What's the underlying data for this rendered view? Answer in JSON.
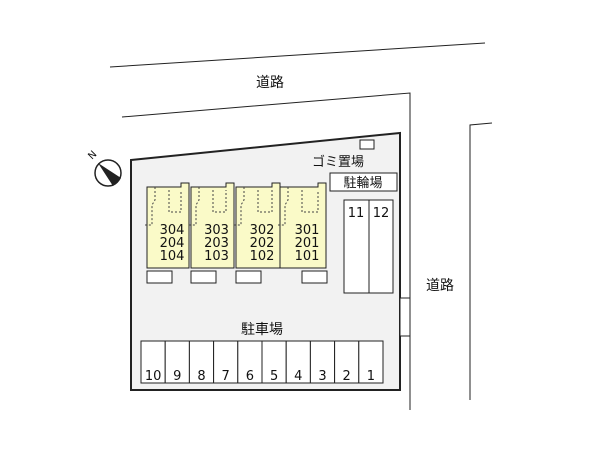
{
  "labels": {
    "road_top": "道路",
    "road_right": "道路",
    "garbage": "ゴミ置場",
    "bicycle": "駐輪場",
    "parking": "駐車場"
  },
  "units": [
    {
      "top": "304",
      "mid": "204",
      "bot": "104"
    },
    {
      "top": "303",
      "mid": "203",
      "bot": "103"
    },
    {
      "top": "302",
      "mid": "202",
      "bot": "102"
    },
    {
      "top": "301",
      "mid": "201",
      "bot": "101"
    }
  ],
  "bicycle_slots": [
    "11",
    "12"
  ],
  "parking_slots": [
    "10",
    "9",
    "8",
    "7",
    "6",
    "5",
    "4",
    "3",
    "2",
    "1"
  ],
  "compass": "N",
  "colors": {
    "site": "#f2f2f2",
    "building": "#fafac8",
    "line": "#222222"
  }
}
